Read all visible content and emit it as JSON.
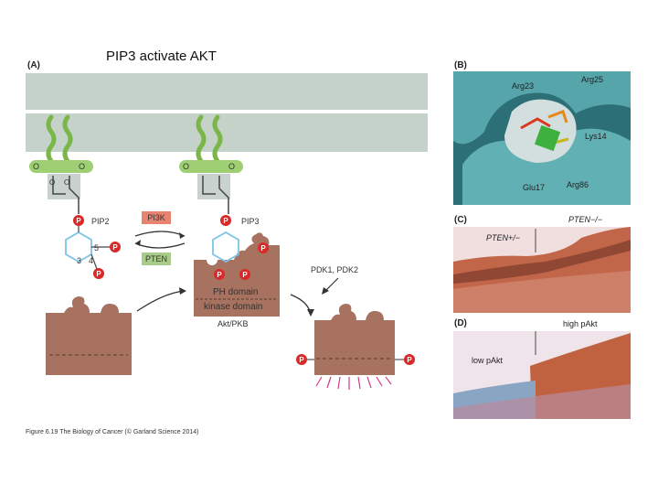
{
  "title": "PIP3 activate AKT",
  "panels": {
    "A": "(A)",
    "B": "(B)",
    "C": "(C)",
    "D": "(D)"
  },
  "panel_a": {
    "pip2": "PIP2",
    "pip3": "PIP3",
    "pi3k": "PI3K",
    "pten": "PTEN",
    "ring_positions": [
      "5",
      "4",
      "3"
    ],
    "ph_domain": "PH domain",
    "kinase_domain": "kinase domain",
    "akt_pkb": "Akt/PKB",
    "pdk": "PDK1, PDK2",
    "phospho": "P",
    "oxygen": "O"
  },
  "panel_b": {
    "residues": [
      "Arg23",
      "Arg25",
      "Lys14",
      "Arg86",
      "Glu17"
    ]
  },
  "panel_c": {
    "pten_het": "PTEN+/−",
    "pten_null": "PTEN−/−"
  },
  "panel_d": {
    "high": "high pAkt",
    "low": "low pAkt"
  },
  "caption": "Figure 6.19 The Biology of Cancer (© Garland Science 2014)",
  "colors": {
    "membrane": "#c4d2c9",
    "lipid_tail": "#7ab648",
    "protein": "#a7725f",
    "phosphate": "#d92a2a",
    "pi3k_box": "#e8836f",
    "pten_box": "#a9cc8a",
    "ring": "#7ec3e6",
    "surface": "#3f8f95"
  }
}
